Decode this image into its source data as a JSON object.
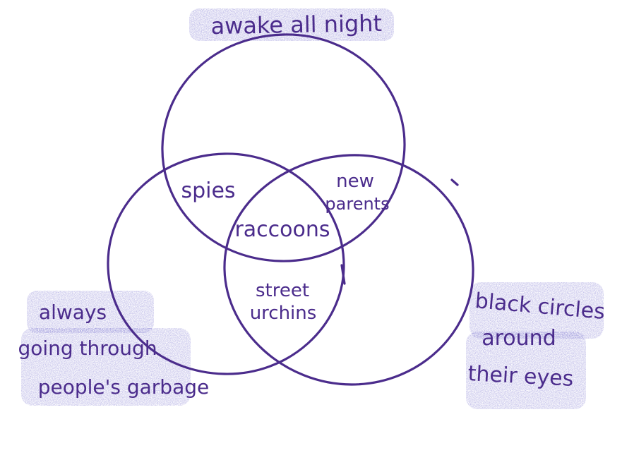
{
  "colors": {
    "ink": "#4b2c8c",
    "highlight": "#6a62c9",
    "background": "#ffffff"
  },
  "sets": {
    "top": "awake all night",
    "left": [
      "always",
      "going through",
      "people's garbage"
    ],
    "right": [
      "black circles",
      "around",
      "their eyes"
    ]
  },
  "intersections": {
    "top_left": "spies",
    "top_right": [
      "new",
      "parents"
    ],
    "center": "raccoons",
    "left_right": [
      "street",
      "urchins"
    ]
  }
}
